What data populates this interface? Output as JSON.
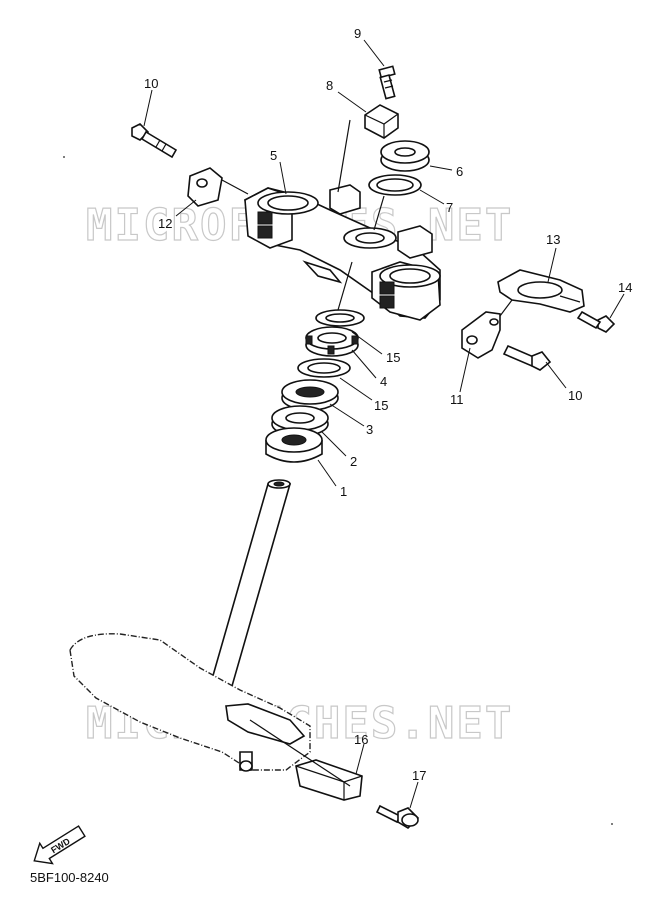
{
  "watermark": "MICROFICHES.NET",
  "diagram_code": "5BF100-8240",
  "fwd_label": "FWD",
  "callouts": [
    {
      "id": "c9",
      "label": "9"
    },
    {
      "id": "c10a",
      "label": "10"
    },
    {
      "id": "c8",
      "label": "8"
    },
    {
      "id": "c5",
      "label": "5"
    },
    {
      "id": "c6",
      "label": "6"
    },
    {
      "id": "c7",
      "label": "7"
    },
    {
      "id": "c12",
      "label": "12"
    },
    {
      "id": "c13",
      "label": "13"
    },
    {
      "id": "c14",
      "label": "14"
    },
    {
      "id": "c15a",
      "label": "15"
    },
    {
      "id": "c4",
      "label": "4"
    },
    {
      "id": "c11",
      "label": "11"
    },
    {
      "id": "c10b",
      "label": "10"
    },
    {
      "id": "c15b",
      "label": "15"
    },
    {
      "id": "c3",
      "label": "3"
    },
    {
      "id": "c2",
      "label": "2"
    },
    {
      "id": "c1",
      "label": "1"
    },
    {
      "id": "c16",
      "label": "16"
    },
    {
      "id": "c17",
      "label": "17"
    }
  ]
}
